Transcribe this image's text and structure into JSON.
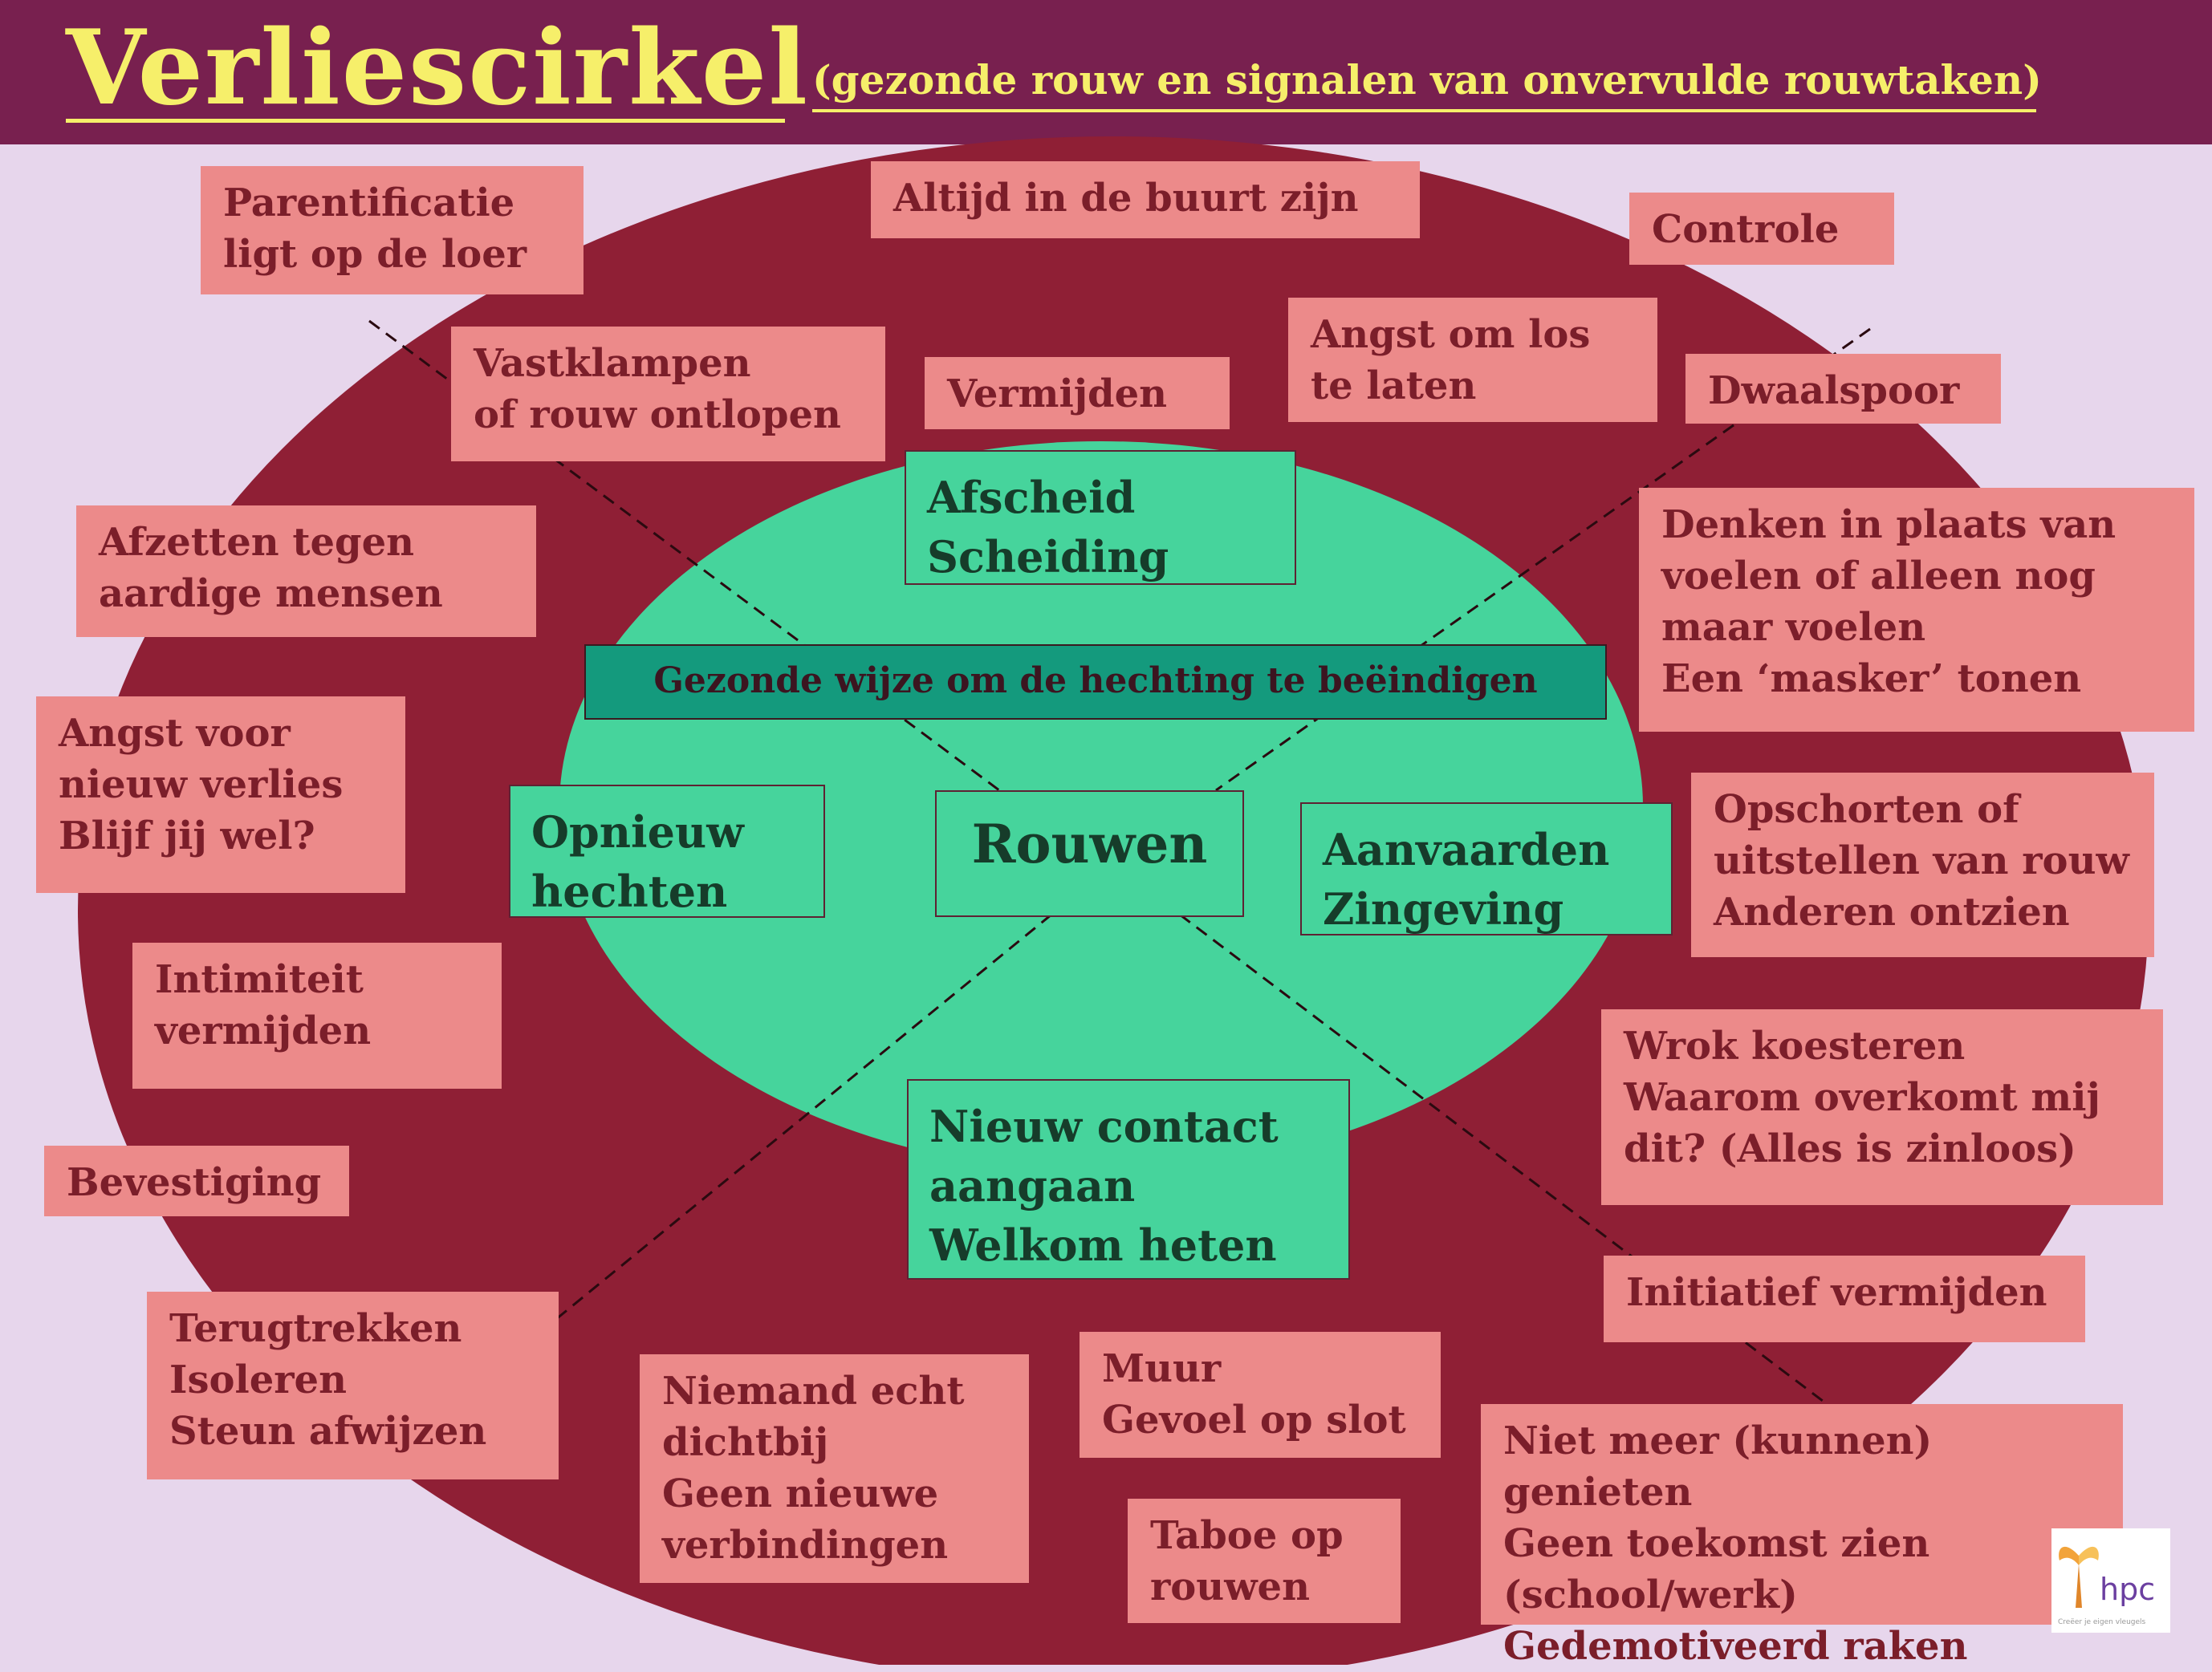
{
  "header": {
    "title": "Verliescirkel",
    "subtitle": "(gezonde rouw en signalen van onvervulde rouwtaken)"
  },
  "colors": {
    "header_bg": "#78204f",
    "title_text": "#f6ef6a",
    "background": "#e7d6ec",
    "outer_ellipse": "#8f1f35",
    "inner_ellipse": "#46d49c",
    "signal_box": "#ec8a8a",
    "signal_text": "#7b1e2a",
    "task_box": "#46d49c",
    "band": "#149a7d"
  },
  "center": {
    "label": "Rouwen",
    "band": "Gezonde wijze om de hechting te beëindigen"
  },
  "tasks": {
    "top": "Afscheid\nScheiding",
    "left": "Opnieuw\nhechten",
    "right": "Aanvaarden\nZingeving",
    "bottom": "Nieuw contact\naangaan\nWelkom heten"
  },
  "signals": {
    "parentificatie": "Parentificatie\nligt op de loer",
    "altijd": "Altijd in de buurt zijn",
    "controle": "Controle",
    "vastklampen": "Vastklampen\nof rouw ontlopen",
    "vermijden": "Vermijden",
    "angst_los": "Angst om los\nte laten",
    "dwaalspoor": "Dwaalspoor",
    "afzetten": "Afzetten tegen\naardige mensen",
    "denken": "Denken in plaats van\nvoelen of alleen nog\nmaar voelen\nEen ‘masker’ tonen",
    "angst_verlies": "Angst voor\nnieuw verlies\nBlijf jij wel?",
    "opschorten": "Opschorten of\nuitstellen van rouw\nAnderen ontzien",
    "intimiteit": "Intimiteit\nvermijden",
    "wrok": "Wrok koesteren\nWaarom overkomt mij\ndit? (Alles is zinloos)",
    "bevestiging": "Bevestiging",
    "initiatief": "Initiatief vermijden",
    "terugtrekken": "Terugtrekken\nIsoleren\nSteun afwijzen",
    "niemand": "Niemand echt\n   dichtbij\nGeen nieuwe\nverbindingen",
    "muur": "Muur\nGevoel op slot",
    "niet_meer": "Niet meer (kunnen) genieten\nGeen toekomst zien\n(school/werk)\nGedemotiveerd raken",
    "taboe": "Taboe op\nrouwen"
  },
  "logo": {
    "text": "hpc",
    "tagline": "Creëer je eigen vleugels"
  }
}
